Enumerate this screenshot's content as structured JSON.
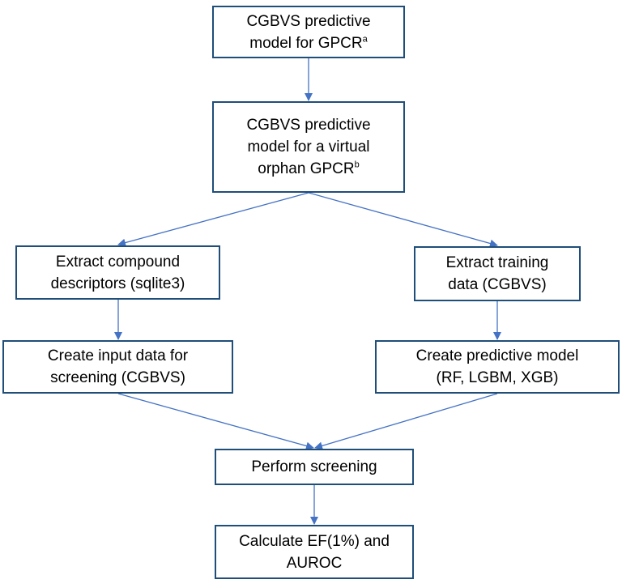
{
  "nodes": {
    "gpcr_model": {
      "line1": "CGBVS predictive",
      "line2": "model for GPCR",
      "sup": "a"
    },
    "virtual_orphan_model": {
      "line1": "CGBVS predictive",
      "line2": "model for a virtual",
      "line3": "orphan GPCR",
      "sup": "b"
    },
    "extract_descriptors": {
      "line1": "Extract compound",
      "line2": "descriptors (sqlite3)"
    },
    "extract_training": {
      "line1": "Extract training",
      "line2": "data (CGBVS)"
    },
    "create_input": {
      "line1": "Create input data for",
      "line2": "screening (CGBVS)"
    },
    "create_model": {
      "line1": "Create predictive model",
      "line2": "(RF, LGBM, XGB)"
    },
    "perform_screening": {
      "line1": "Perform screening"
    },
    "calculate": {
      "line1": "Calculate EF(1%) and",
      "line2": "AUROC"
    }
  },
  "colors": {
    "box_border": "#1f4e79",
    "arrow": "#4472c4"
  }
}
